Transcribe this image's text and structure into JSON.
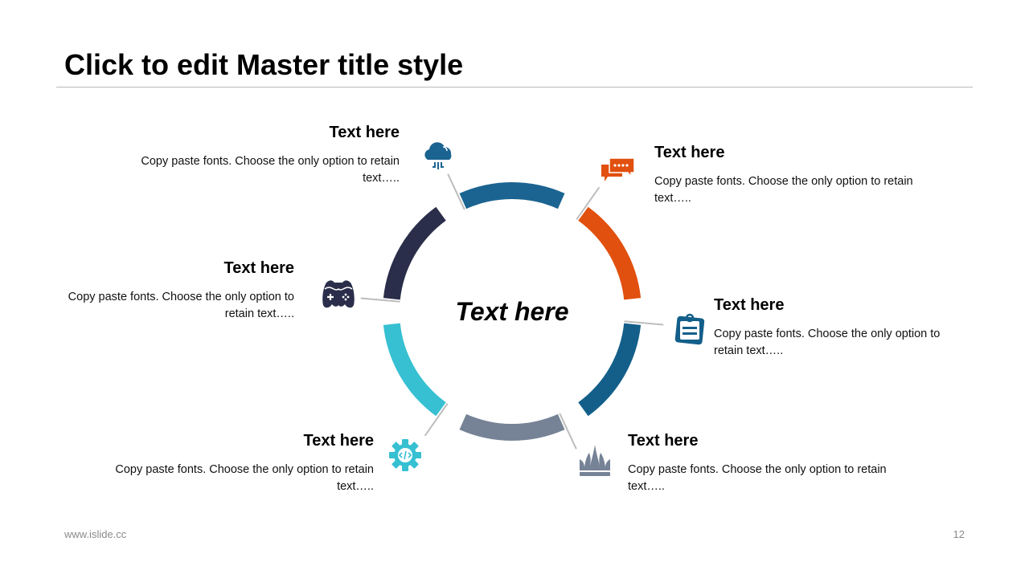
{
  "header": {
    "title": "Click to edit Master title style"
  },
  "center_label": "Text here",
  "segments": [
    {
      "title": "Text here",
      "body": "Copy paste fonts. Choose the only option to retain text…..",
      "icon": "cloud-computing-icon",
      "color": "#1B6491"
    },
    {
      "title": "Text here",
      "body": "Copy paste fonts. Choose the only option to retain text…..",
      "icon": "chat-bubbles-icon",
      "color": "#E1500E"
    },
    {
      "title": "Text here",
      "body": "Copy paste fonts. Choose the only option to retain text…..",
      "icon": "clipboard-icon",
      "color": "#135F8A"
    },
    {
      "title": "Text here",
      "body": "Copy paste fonts. Choose the only option to retain text…..",
      "icon": "crown-icon",
      "color": "#768396"
    },
    {
      "title": "Text here",
      "body": "Copy paste fonts. Choose the only option to retain text…..",
      "icon": "code-gear-icon",
      "color": "#36C0D2"
    },
    {
      "title": "Text here",
      "body": "Copy paste fonts. Choose the only option to retain text…..",
      "icon": "gamepad-icon",
      "color": "#2A2E4A"
    }
  ],
  "footer": {
    "website": "www.islide.cc",
    "page_number": "12"
  }
}
